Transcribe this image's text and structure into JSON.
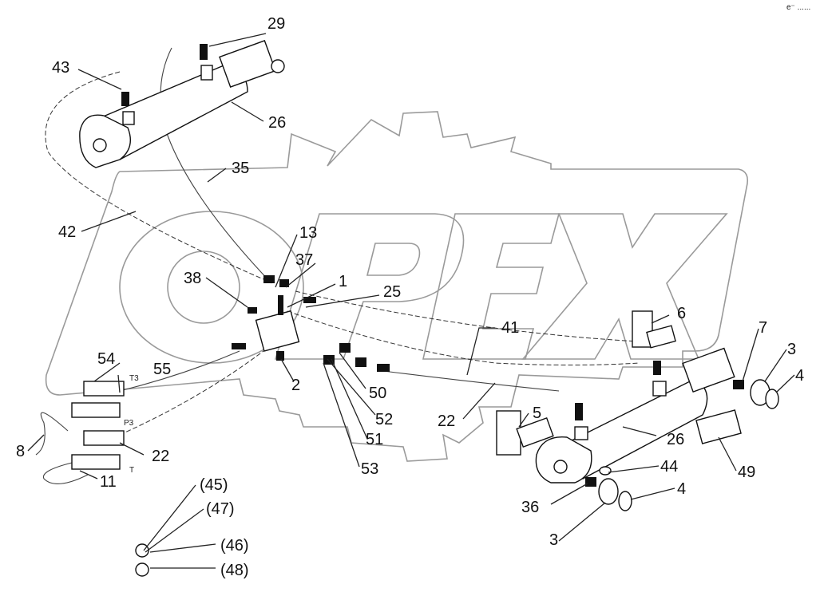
{
  "corner_mark": "e⁻ ......",
  "callouts": {
    "c29": "29",
    "c43": "43",
    "c26a": "26",
    "c35": "35",
    "c42": "42",
    "c13": "13",
    "c37": "37",
    "c38": "38",
    "c1": "1",
    "c25": "25",
    "c6": "6",
    "c41": "41",
    "c7": "7",
    "c3a": "3",
    "c4a": "4",
    "c54": "54",
    "c55": "55",
    "c2": "2",
    "c50": "50",
    "c5": "5",
    "c52": "52",
    "c22a": "22",
    "c8": "8",
    "c22b": "22",
    "c51": "51",
    "c26b": "26",
    "c11": "11",
    "c53": "53",
    "c44": "44",
    "c49": "49",
    "c36": "36",
    "c4b": "4",
    "c45": "(45)",
    "c47": "(47)",
    "c46": "(46)",
    "c3b": "3",
    "c48": "(48)"
  },
  "port_labels": {
    "t3": "T3",
    "p3": "P3",
    "t": "T"
  },
  "watermark_icon": "opex-gear-logo"
}
